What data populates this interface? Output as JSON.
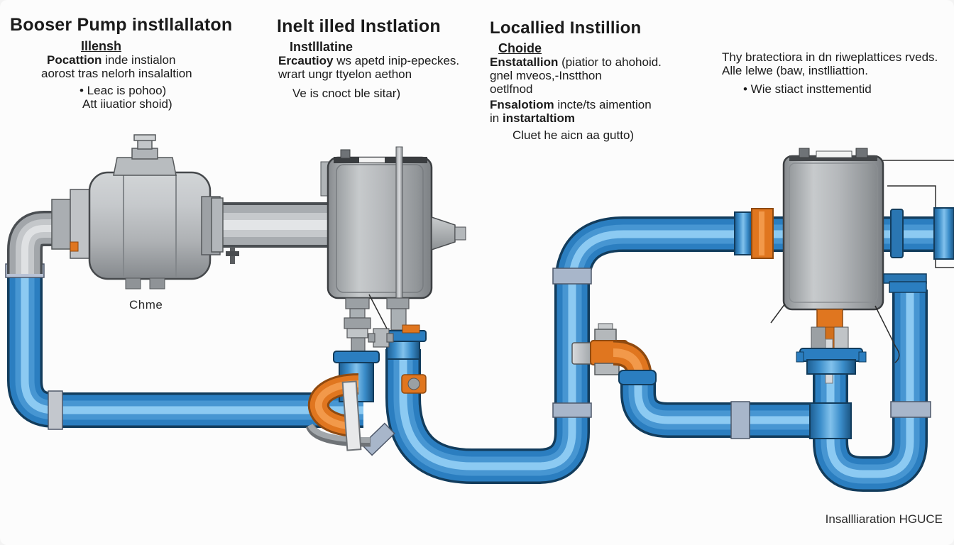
{
  "colors": {
    "background": "#fcfcfc",
    "text": "#1b1b1b",
    "pipe_blue": "#2b7ec0",
    "pipe_blue_dark": "#123c5c",
    "pipe_blue_light": "#8ccaf2",
    "orange": "#e0761f",
    "orange_dark": "#8f4a10",
    "metal_light": "#c6c9cc",
    "metal_mid": "#a9adb1",
    "metal_dark": "#4e5257",
    "collar_gray": "#a8b6ca"
  },
  "columns": {
    "col1": {
      "title": "Booser Pump instllallaton",
      "heading": "Illensh",
      "line1_bold": "Pocattion",
      "line1_rest": " inde instialon",
      "line2": "aorost tras nelorh insalaltion",
      "bullet": "• Leac is pohoo)",
      "line3": "Att iiuatior shoid)"
    },
    "col2": {
      "title": "Inelt illed Instlation",
      "heading": "Instlllatine",
      "line1_bold": "Ercautioy",
      "line1_rest": " ws apetd inip-epeckes.",
      "line2": "wrart ungr ttyelon aethon",
      "line3": "Ve is cnoct ble sitar)"
    },
    "col3": {
      "title": "Locallied Instillion",
      "heading": "Choide",
      "line1_bold": "Enstatallion",
      "line1_rest": " (piatior to ahohoid.",
      "line2": "gnel mveos,-Instthon",
      "line3": "oetlfnod",
      "line4_bold": "Fnsalotiom",
      "line4_rest": " incte/ts aimention",
      "line5_pre": "in ",
      "line5_bold": "instartaltiom",
      "line6": "Cluet he aicn aa gutto)"
    },
    "col4": {
      "line1": "Thy bratectiora in dn riweplattices rveds.",
      "line2": "Alle lelwe (baw, instlliattion.",
      "bullet": "• Wie stiact insttementid"
    }
  },
  "diagram": {
    "pump_label": "Chme"
  },
  "caption": "Insallliaration HGUCE"
}
